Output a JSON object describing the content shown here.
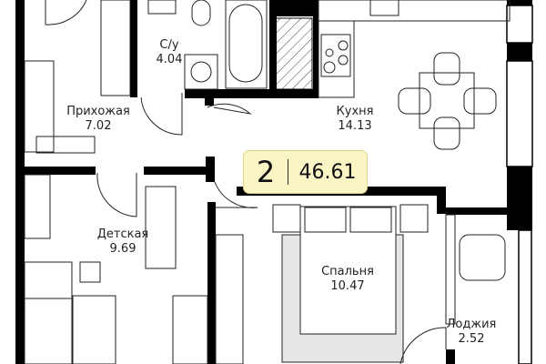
{
  "apartment": {
    "rooms": "2",
    "total_area": "46.61"
  },
  "rooms": [
    {
      "name": "С/у",
      "area": "4.04"
    },
    {
      "name": "Прихожая",
      "area": "7.02"
    },
    {
      "name": "Кухня",
      "area": "14.13"
    },
    {
      "name": "Детская",
      "area": "9.69"
    },
    {
      "name": "Спальня",
      "area": "10.47"
    },
    {
      "name": "Лоджия",
      "area": "2.52"
    }
  ],
  "colors": {
    "wall": "#000000",
    "badge": "#fbf5c6",
    "rug": "#e6e6e6"
  }
}
